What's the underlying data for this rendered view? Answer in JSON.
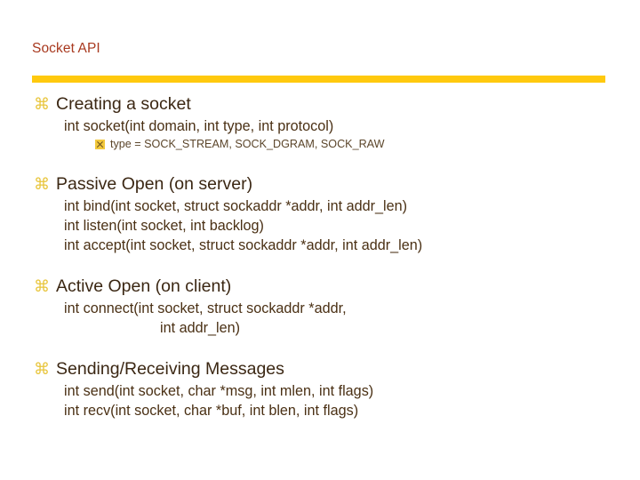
{
  "slide": {
    "title": "Socket API",
    "accent_color": "#FFC90E",
    "title_color": "#A8391F",
    "body_color": "#3B2713",
    "bullet_level1_glyph": "⌘",
    "bullet_level3_glyph": "⌧",
    "sections": [
      {
        "heading": "Creating a socket",
        "lines": [
          "int socket(int domain, int type, int protocol)"
        ],
        "subnotes": [
          "type = SOCK_STREAM, SOCK_DGRAM, SOCK_RAW"
        ]
      },
      {
        "heading": "Passive Open (on server)",
        "lines": [
          "int bind(int socket, struct sockaddr *addr, int addr_len)",
          "int listen(int socket, int backlog)",
          "int accept(int socket, struct sockaddr *addr, int addr_len)"
        ],
        "subnotes": []
      },
      {
        "heading": "Active Open (on client)",
        "lines": [
          "int connect(int socket, struct sockaddr *addr,",
          "int addr_len)"
        ],
        "subnotes": []
      },
      {
        "heading": "Sending/Receiving Messages",
        "lines": [
          "int send(int socket, char *msg, int mlen, int flags)",
          "int recv(int socket, char *buf, int blen, int flags)"
        ],
        "subnotes": []
      }
    ]
  }
}
